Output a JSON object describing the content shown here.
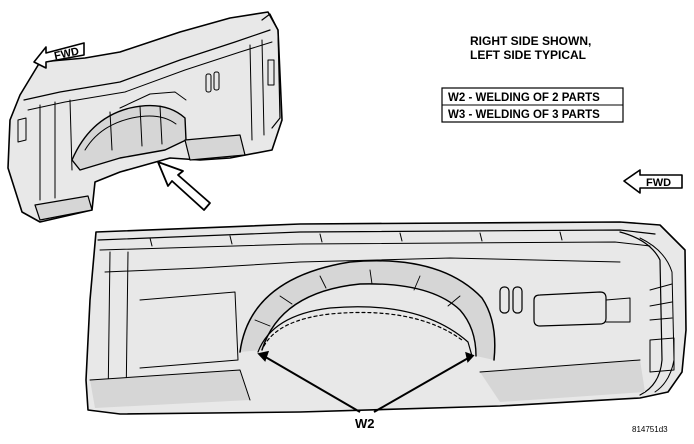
{
  "note": {
    "line1": "RIGHT SIDE SHOWN,",
    "line2": "LEFT SIDE TYPICAL"
  },
  "legend": {
    "w2": "W2 - WELDING OF 2 PARTS",
    "w3": "W3 - WELDING OF 3 PARTS"
  },
  "fwd_label": "FWD",
  "weld_callout": "W2",
  "figure_id": "814751d3"
}
